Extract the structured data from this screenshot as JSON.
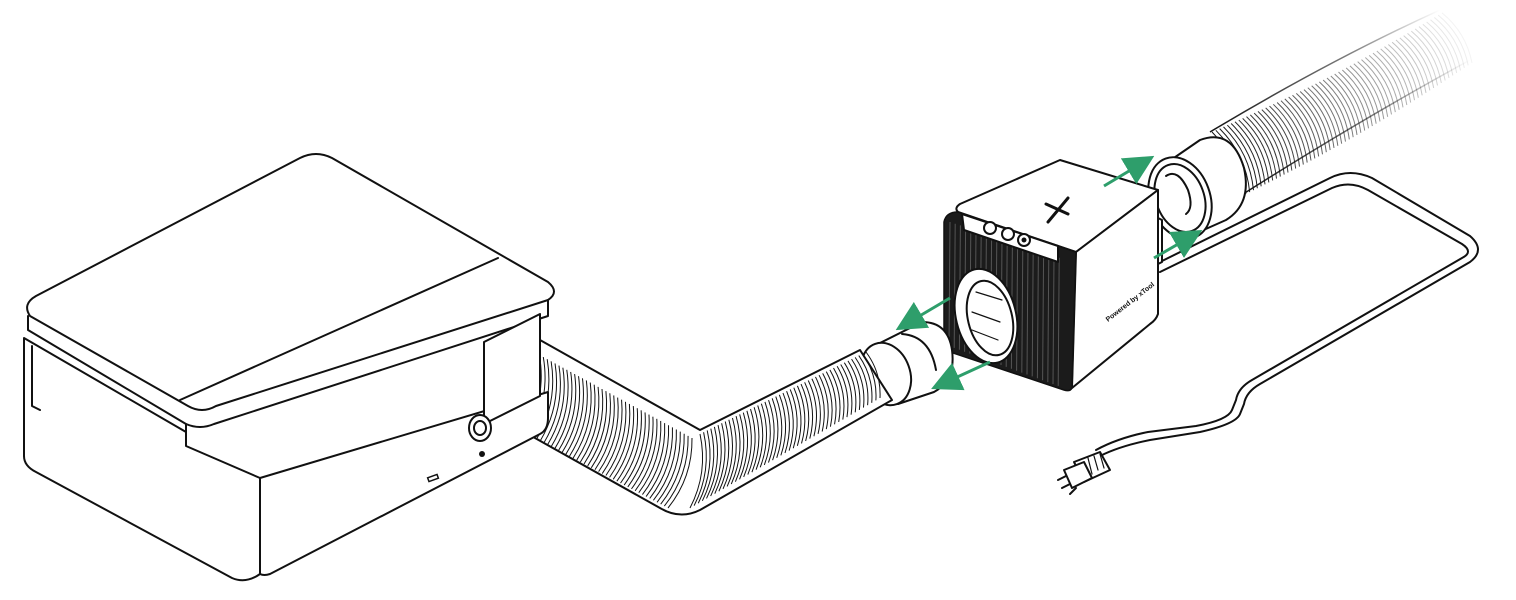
{
  "diagram": {
    "colors": {
      "line": "#111111",
      "arrow": "#2e9e6b",
      "background": "#ffffff"
    },
    "components": [
      {
        "id": "laser-engraver",
        "icon": "engraver-enclosure"
      },
      {
        "id": "flexible-duct-inlet",
        "icon": "corrugated-hose"
      },
      {
        "id": "inline-duct-fan",
        "icon": "fan-box",
        "logo": "X"
      },
      {
        "id": "flexible-duct-outlet",
        "icon": "corrugated-hose-fading"
      },
      {
        "id": "power-cord",
        "icon": "us-plug"
      }
    ],
    "fan_box": {
      "side_text": "Powered by xTool"
    }
  }
}
